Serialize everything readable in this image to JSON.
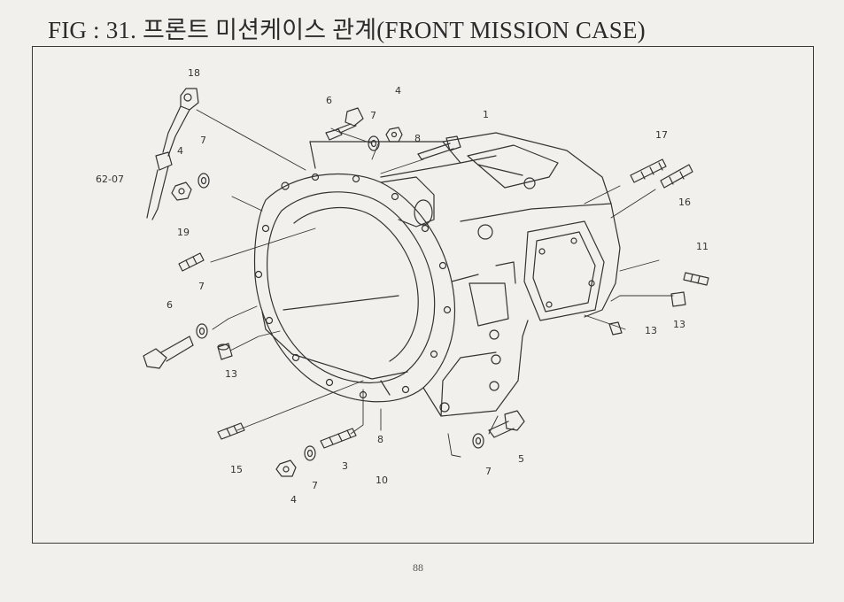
{
  "title": "FIG : 31. 프론트 미션케이스 관계(FRONT MISSION CASE)",
  "page_number": "88",
  "callouts": {
    "c1": "1",
    "c18": "18",
    "c6a": "6",
    "c4a": "4",
    "c7a": "7",
    "c8a": "8",
    "c17": "17",
    "c16": "16",
    "c6207": "62-07",
    "c4b": "4",
    "c7b": "7",
    "c19": "19",
    "c11": "11",
    "c7c": "7",
    "c6b": "6",
    "c13a": "13",
    "c13b": "13",
    "c13c": "13",
    "c15": "15",
    "c8b": "8",
    "c10": "10",
    "c3": "3",
    "c7d": "7",
    "c4c": "4",
    "c7e": "7",
    "c5": "5"
  }
}
